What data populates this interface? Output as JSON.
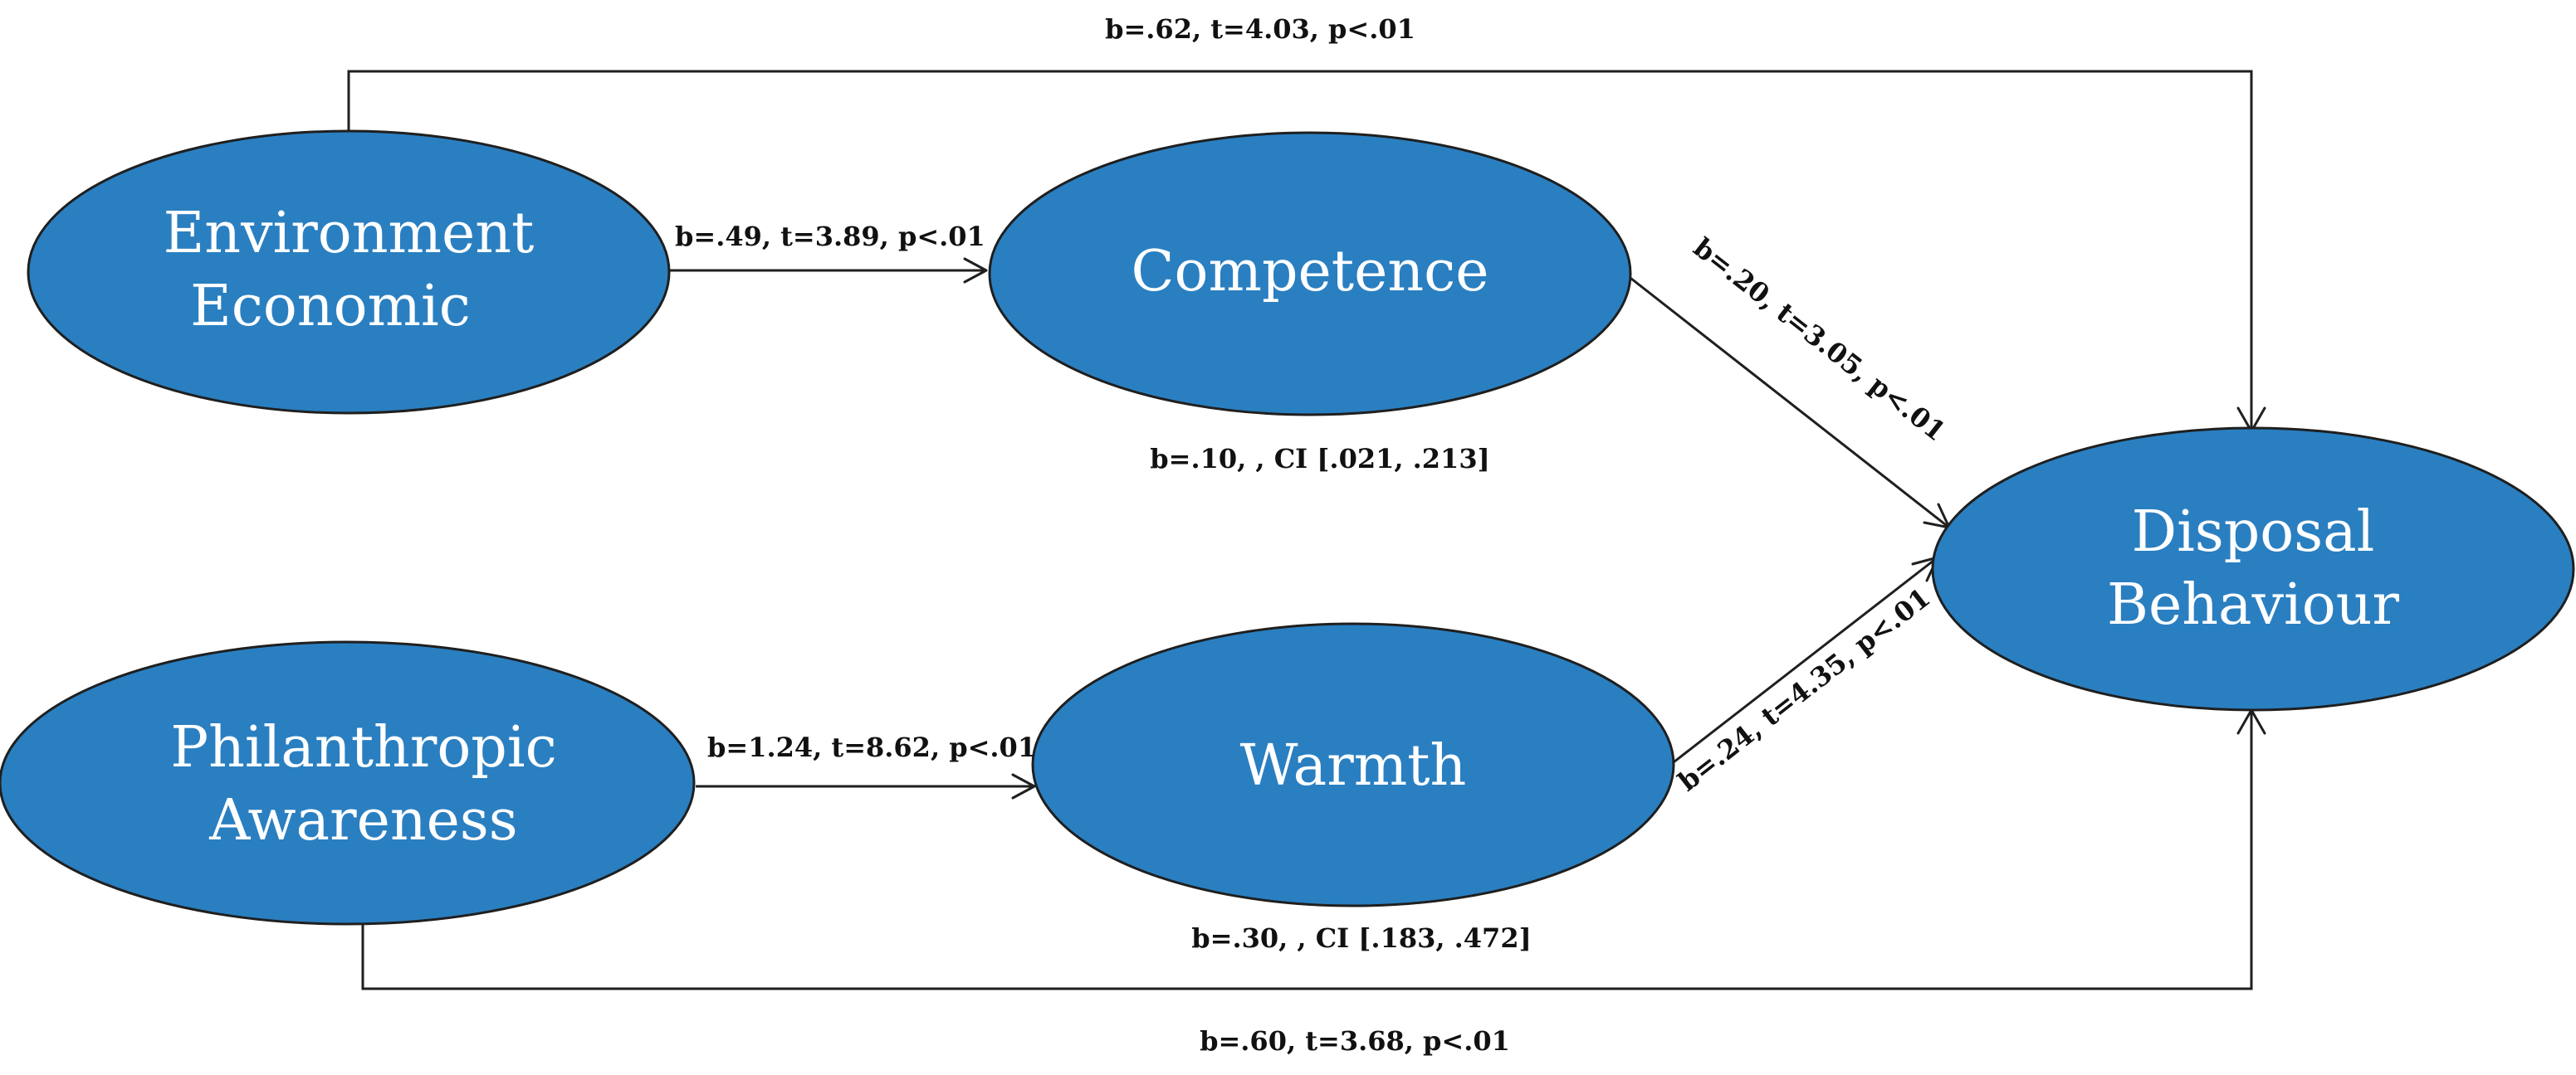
{
  "colors": {
    "node_fill": "#2a7fc1",
    "node_stroke": "#1f1f1f",
    "node_text": "#ffffff",
    "line": "#1f1f1f",
    "label_text": "#111111"
  },
  "nodes": {
    "environment_economic": {
      "line1": "Environment",
      "line2": "Economic"
    },
    "philanthropic_awareness": {
      "line1": "Philanthropic",
      "line2": "Awareness"
    },
    "competence": {
      "label": "Competence"
    },
    "warmth": {
      "label": "Warmth"
    },
    "disposal_behaviour": {
      "line1": "Disposal",
      "line2": "Behaviour"
    }
  },
  "edges": {
    "env_to_disposal": "b=.62, t=4.03, p<.01",
    "env_to_competence": "b=.49, t=3.89, p<.01",
    "competence_to_disposal": "b=.20, t=3.05, p<.01",
    "competence_indirect": "b=.10, , CI [.021, .213]",
    "phil_to_warmth": "b=1.24, t=8.62, p<.01",
    "warmth_to_disposal": "b=.24, t=4.35, p<.01",
    "warmth_indirect": "b=.30, , CI [.183, .472]",
    "phil_to_disposal": "b=.60, t=3.68, p<.01"
  }
}
